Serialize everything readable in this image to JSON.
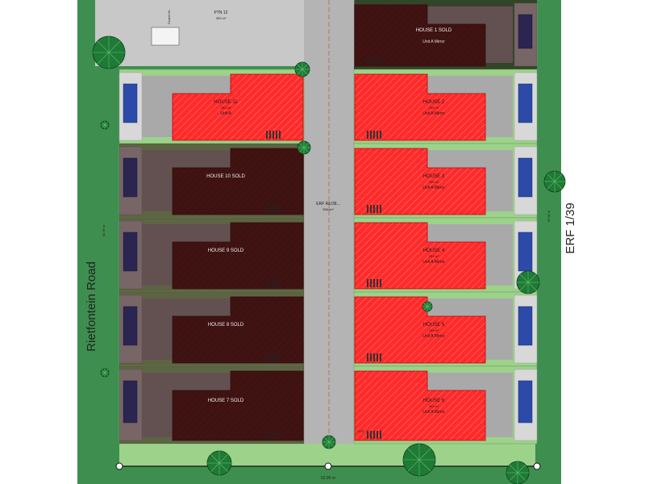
{
  "road_labels": {
    "west": "Rietfontein Road",
    "east": "ERF 1/39"
  },
  "centre_road": {
    "label": "ERF RE/38...",
    "area": "3564m²"
  },
  "ptn": {
    "label": "PTN 12",
    "area": "393 m²"
  },
  "guard_house": "Guard Ho...",
  "dimensions": {
    "bottom": "62.96 m",
    "west_side": "62.96 m",
    "east_side": "62.96 m",
    "gate": "GOP"
  },
  "colors": {
    "grass": "#3e8f4f",
    "available_unit": "#ff2a2a",
    "sold_unit": "#5a1d1d",
    "pool": "#2c4aa8",
    "paving": "#a9a9a9",
    "road": "#b4b4b4",
    "yard": "#9cd28a"
  },
  "houses": [
    {
      "id": "house-1",
      "name": "HOUSE 1 SOLD",
      "area": "",
      "unit": "Unit A Mirror",
      "status": "sold"
    },
    {
      "id": "house-2",
      "name": "HOUSE 2",
      "area": "299 m²",
      "unit": "Unit A Mirror",
      "status": "available"
    },
    {
      "id": "house-3",
      "name": "HOUSE 3",
      "area": "299 m²",
      "unit": "Unit A Mirror",
      "status": "available"
    },
    {
      "id": "house-4",
      "name": "HOUSE 4",
      "area": "299 m²",
      "unit": "Unit A Mirror",
      "status": "available"
    },
    {
      "id": "house-5",
      "name": "HOUSE 5",
      "area": "299 m²",
      "unit": "Unit A Mirror",
      "status": "available"
    },
    {
      "id": "house-6",
      "name": "HOUSE 6",
      "area": "303 m²",
      "unit": "Unit A Mirror",
      "status": "available"
    },
    {
      "id": "house-7",
      "name": "HOUSE 7 SOLD",
      "area": "",
      "unit": "",
      "status": "sold"
    },
    {
      "id": "house-8",
      "name": "HOUSE 8 SOLD",
      "area": "",
      "unit": "",
      "status": "sold"
    },
    {
      "id": "house-9",
      "name": "HOUSE 9 SOLD",
      "area": "",
      "unit": "",
      "status": "sold"
    },
    {
      "id": "house-10",
      "name": "HOUSE 10 SOLD",
      "area": "",
      "unit": "",
      "status": "sold"
    },
    {
      "id": "house-11",
      "name": "HOUSE 11",
      "area": "293 m²",
      "unit": "Unit A",
      "status": "available"
    }
  ]
}
